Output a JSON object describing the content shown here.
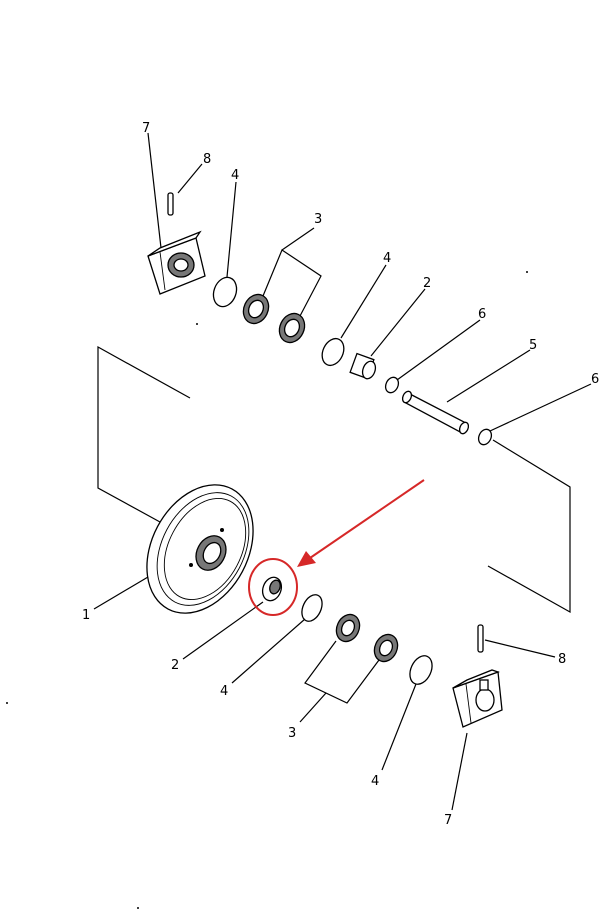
{
  "diagram": {
    "callouts": {
      "c1": "1",
      "c2a": "2",
      "c2b": "2",
      "c3a": "3",
      "c3b": "3",
      "c4a": "4",
      "c4b": "4",
      "c4c": "4",
      "c4d": "4",
      "c5": "5",
      "c6a": "6",
      "c6b": "6",
      "c7a": "7",
      "c7b": "7",
      "c8a": "8",
      "c8b": "8"
    },
    "highlight_color": "#d62828",
    "line_color": "#000000",
    "background": "#ffffff"
  }
}
